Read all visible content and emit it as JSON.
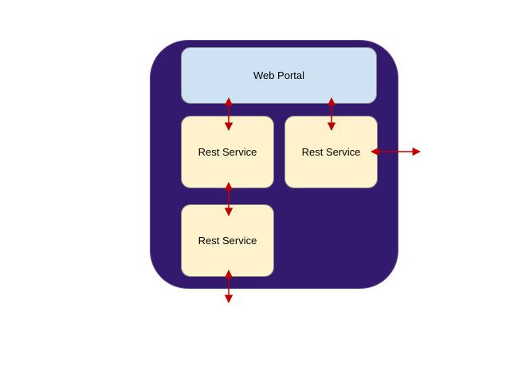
{
  "colors": {
    "container_fill": "#341a6e",
    "portal_fill": "#cfe2f3",
    "service_fill": "#fff2cc",
    "arrow": "#c00000"
  },
  "nodes": {
    "web_portal": "Web Portal",
    "rest_service_1": "Rest Service",
    "rest_service_2": "Rest Service",
    "rest_service_3": "Rest Service"
  }
}
